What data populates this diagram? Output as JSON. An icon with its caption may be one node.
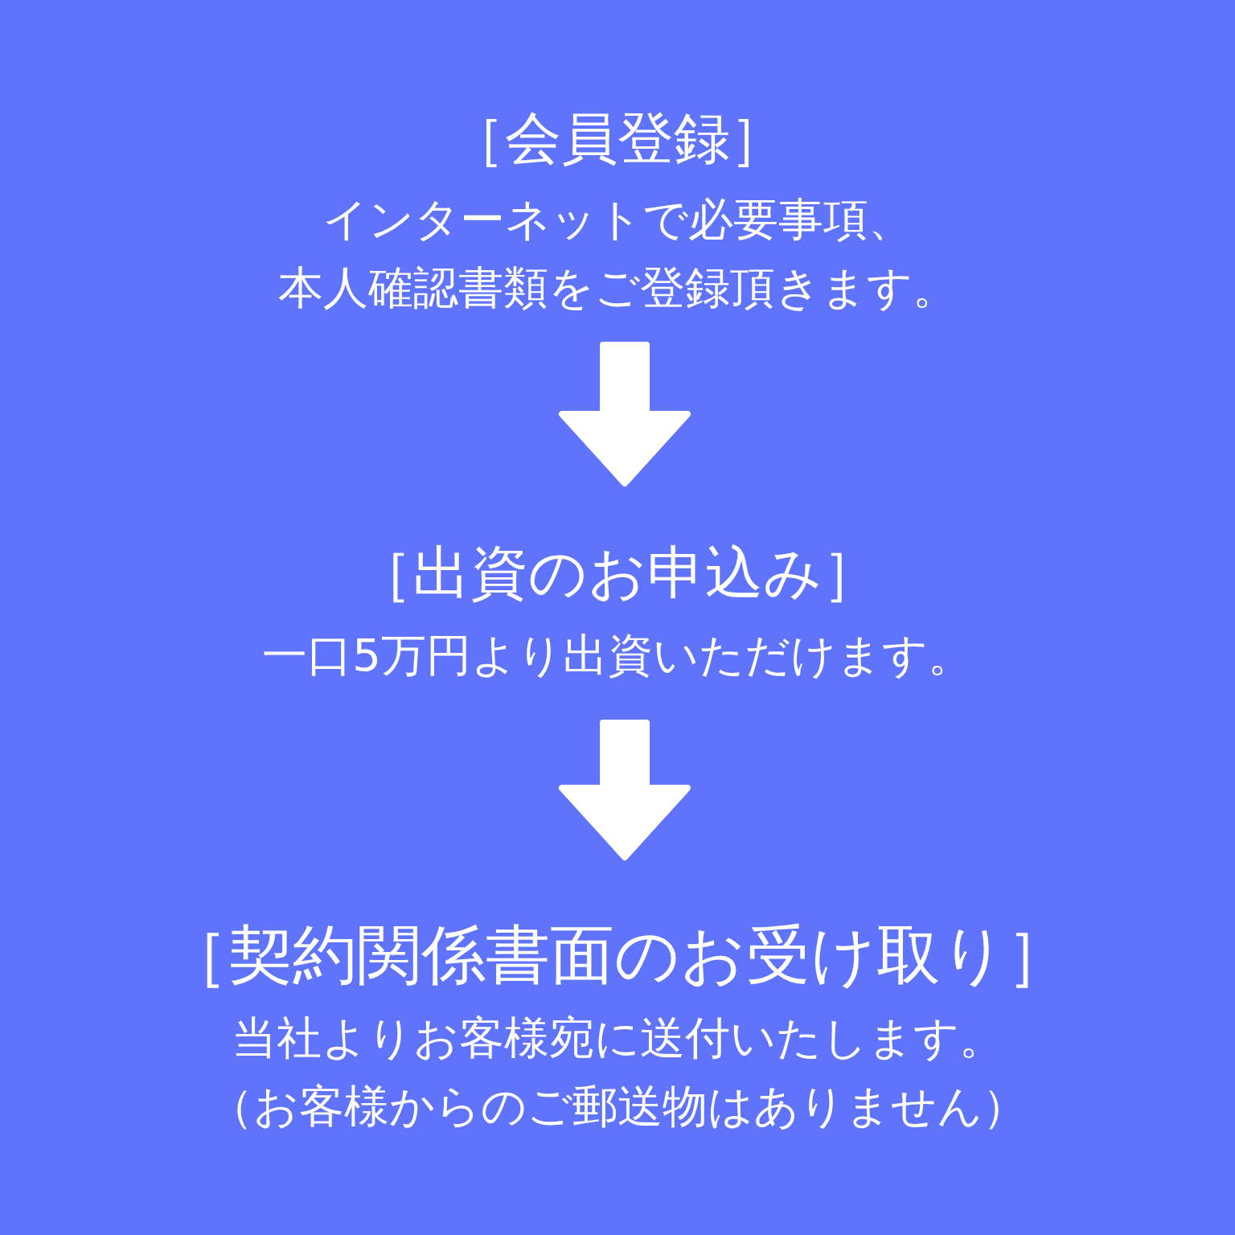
{
  "diagram": {
    "nodes": [
      {
        "text": [
          "［会員登録］",
          "インターネットで必要事項、本人確認書類をご登録頂きます。"
        ]
      },
      {
        "text": [
          "［出資のお申込み］",
          "一口5万円より出資いただけます。"
        ]
      },
      {
        "text": [
          "［契約関係書面のお受け取り］",
          "当社よりお客様宛に送付いたします。（お客様からのご郵送物はありません）"
        ]
      }
    ],
    "edges": [
      {
        "from": 0,
        "to": 1,
        "arrow": "to"
      },
      {
        "from": 1,
        "to": 2,
        "arrow": "to"
      }
    ]
  }
}
